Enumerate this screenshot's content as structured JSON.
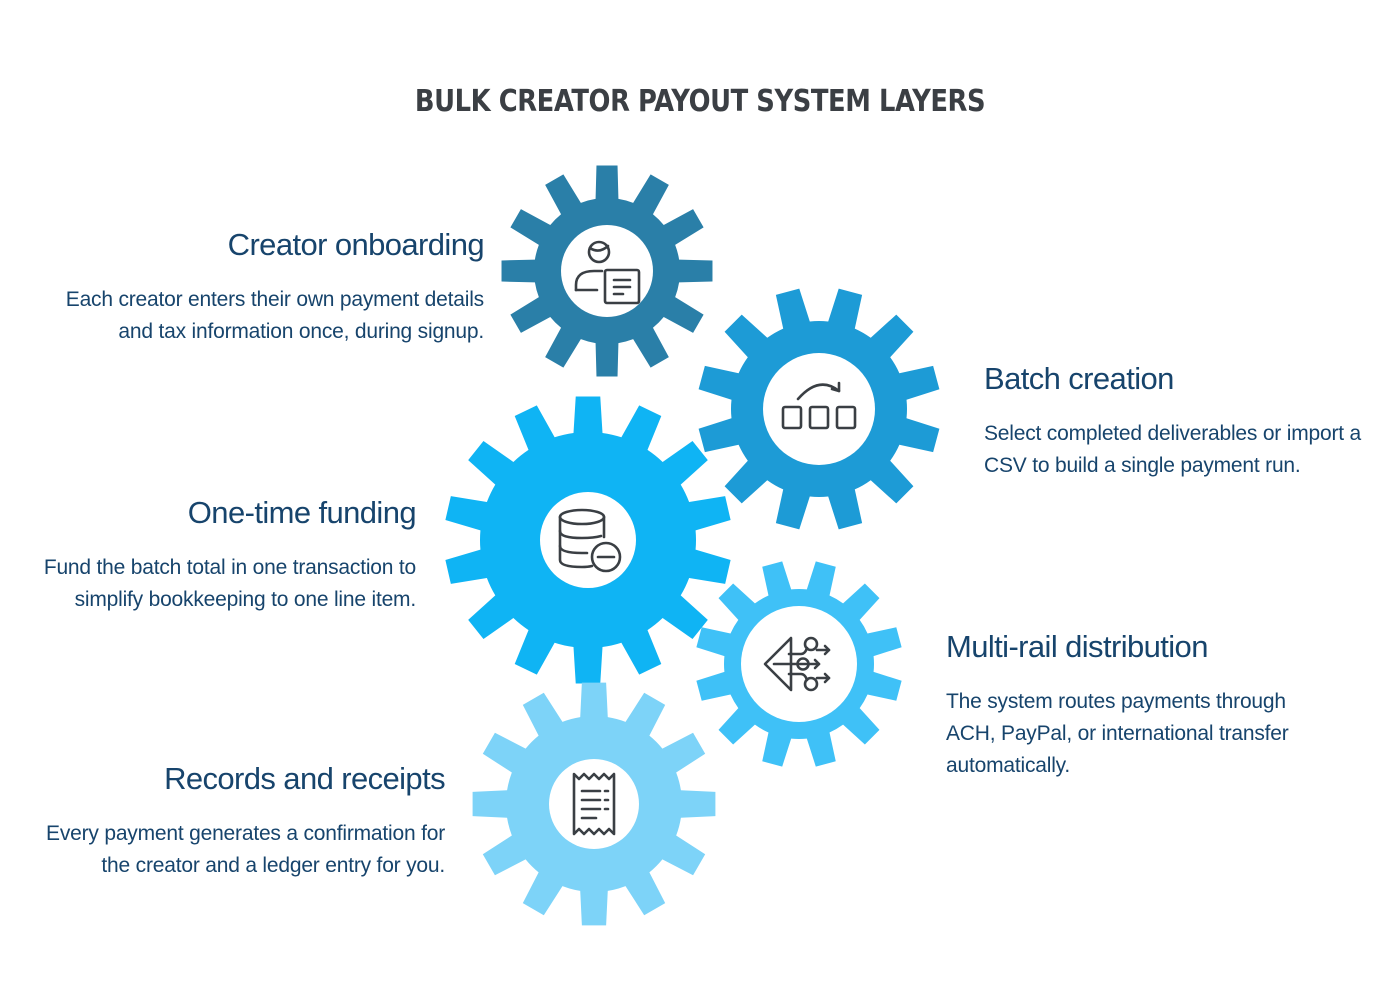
{
  "title": "Bulk Creator Payout System Layers",
  "colors": {
    "gear_creator_onboarding": "#2a7fa8",
    "gear_batch_creation": "#1d9bd6",
    "gear_one_time_funding": "#0fb4f4",
    "gear_multi_rail": "#3fc1f7",
    "gear_records": "#7dd3f8",
    "text": "#17446c",
    "icon_stroke": "#3a3f44"
  },
  "layers": [
    {
      "heading": "Creator onboarding",
      "body": "Each creator enters their own payment details and tax information once, during signup.",
      "icon": "creator-profile-icon"
    },
    {
      "heading": "Batch creation",
      "body": "Select completed deliverables or import a CSV to build a single payment run.",
      "icon": "batch-boxes-icon"
    },
    {
      "heading": "One-time funding",
      "body": "Fund the batch total in one transaction to simplify bookkeeping to one line item.",
      "icon": "database-minus-icon"
    },
    {
      "heading": "Multi-rail distribution",
      "body": "The system routes payments through ACH, PayPal, or international transfer automatically.",
      "icon": "routing-icon"
    },
    {
      "heading": "Records and receipts",
      "body": "Every payment generates a confirmation for the creator and a ledger entry for you.",
      "icon": "receipt-icon"
    }
  ]
}
